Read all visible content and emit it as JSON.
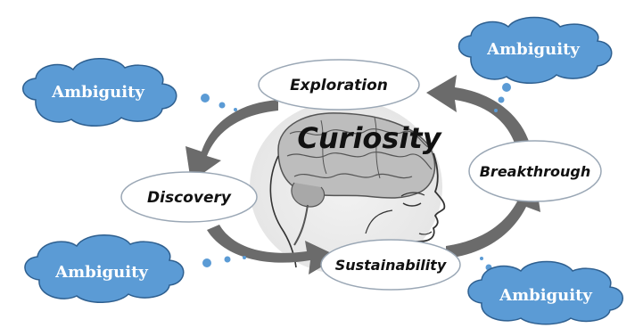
{
  "title": "Curiosity",
  "stages": {
    "exploration": "Exploration",
    "discovery": "Discovery",
    "sustainability": "Sustainability",
    "breakthrough": "Breakthrough"
  },
  "clouds": {
    "top_left": "Ambiguity",
    "top_right": "Ambiguity",
    "bottom_left": "Ambiguity",
    "bottom_right": "Ambiguity"
  },
  "colors": {
    "cloud_fill": "#5b9bd5",
    "cloud_stroke": "#2e5f8f",
    "arrow": "#6b6b6b",
    "ellipse_stroke": "#9aa7b5",
    "head_bg": "#ececec"
  },
  "icons": {
    "center_image": "brain-head-icon",
    "arrows": "curved-arrow-icon"
  }
}
